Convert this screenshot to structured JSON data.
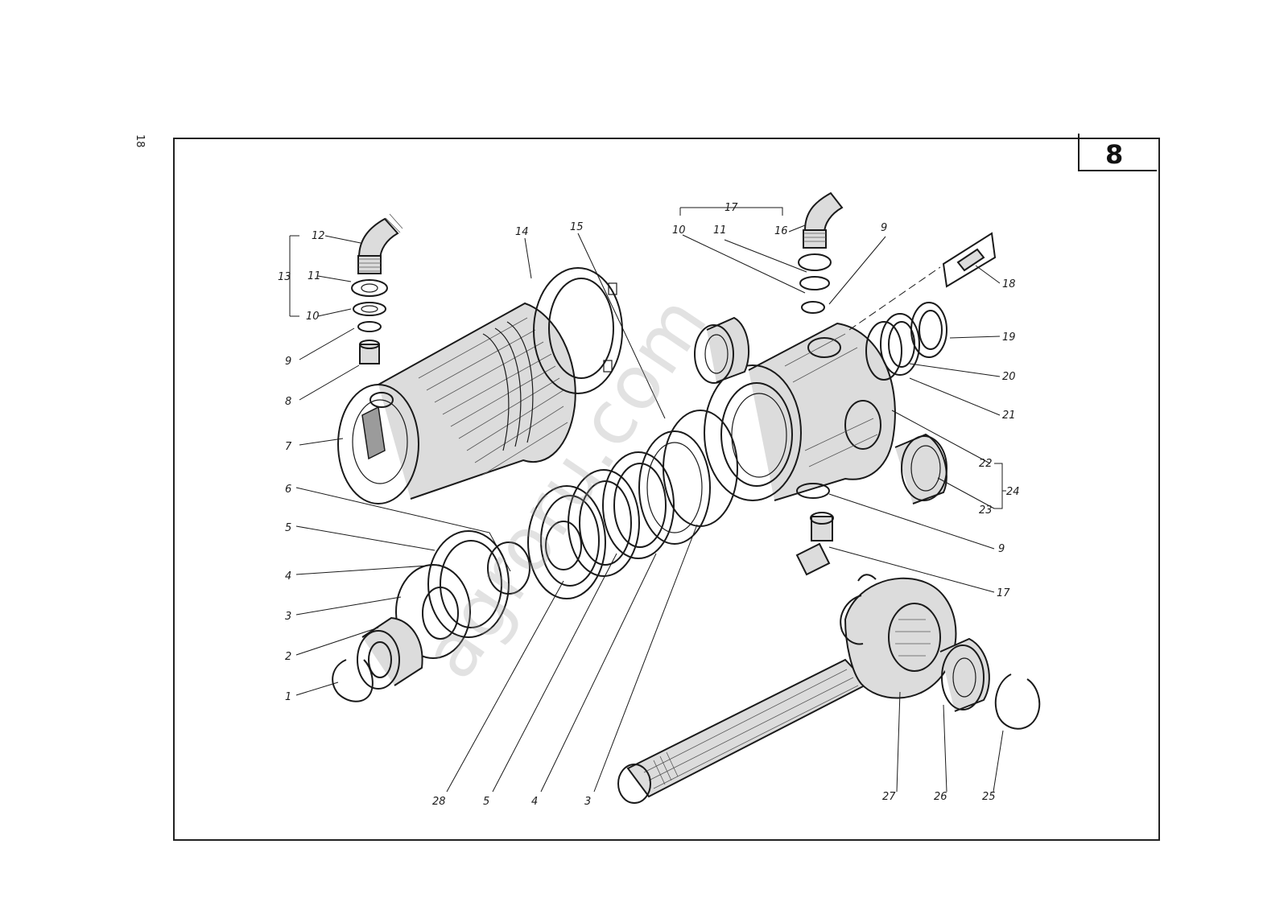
{
  "page_number": "18",
  "figure_number": "8",
  "watermark": "agroru.com",
  "callouts": [
    {
      "id": "c1",
      "label": "1"
    },
    {
      "id": "c2",
      "label": "2"
    },
    {
      "id": "c3",
      "label": "3"
    },
    {
      "id": "c4",
      "label": "4"
    },
    {
      "id": "c5",
      "label": "5"
    },
    {
      "id": "c6",
      "label": "6"
    },
    {
      "id": "c7",
      "label": "7"
    },
    {
      "id": "c8",
      "label": "8"
    },
    {
      "id": "c9a",
      "label": "9"
    },
    {
      "id": "c10a",
      "label": "10"
    },
    {
      "id": "c11a",
      "label": "11"
    },
    {
      "id": "c12",
      "label": "12"
    },
    {
      "id": "c13",
      "label": "13"
    },
    {
      "id": "c14",
      "label": "14"
    },
    {
      "id": "c15",
      "label": "15"
    },
    {
      "id": "c17a",
      "label": "17"
    },
    {
      "id": "c10b",
      "label": "10"
    },
    {
      "id": "c11b",
      "label": "11"
    },
    {
      "id": "c16",
      "label": "16"
    },
    {
      "id": "c9b",
      "label": "9"
    },
    {
      "id": "c18",
      "label": "18"
    },
    {
      "id": "c19",
      "label": "19"
    },
    {
      "id": "c20",
      "label": "20"
    },
    {
      "id": "c21",
      "label": "21"
    },
    {
      "id": "c22",
      "label": "22"
    },
    {
      "id": "c24",
      "label": "24"
    },
    {
      "id": "c23",
      "label": "23"
    },
    {
      "id": "c9c",
      "label": "9"
    },
    {
      "id": "c17b",
      "label": "17"
    },
    {
      "id": "c28a",
      "label": "28"
    },
    {
      "id": "c5b",
      "label": "5"
    },
    {
      "id": "c4b",
      "label": "4"
    },
    {
      "id": "c3b",
      "label": "3"
    },
    {
      "id": "c27",
      "label": "27"
    },
    {
      "id": "c26",
      "label": "26"
    },
    {
      "id": "c25",
      "label": "25"
    }
  ]
}
